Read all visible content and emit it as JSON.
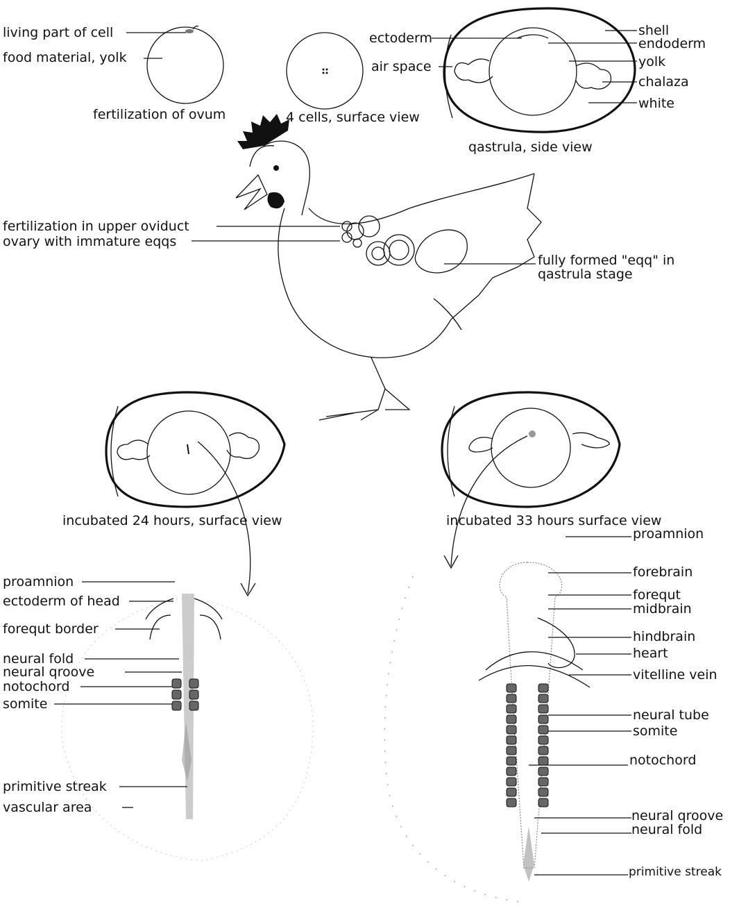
{
  "labels": {
    "living_part_of_cell": "living part of cell",
    "food_material_yolk": "food material, yolk",
    "ectoderm": "ectoderm",
    "air_space": "air space",
    "shell": "shell",
    "endoderm": "endoderm",
    "yolk": "yolk",
    "chalaza": "chalaza",
    "white": "white",
    "fertilization_in_upper_oviduct": "fertilization in upper oviduct",
    "ovary_with_immature_eggs": "ovary with immature eqqs",
    "fully_formed_egg_line1": "fully formed \"eqq\" in",
    "fully_formed_egg_line2": "qastrula stage",
    "proamnion_24": "proamnion",
    "ectoderm_of_head": "ectoderm of head",
    "foregut_border": "forequt border",
    "neural_fold_24": "neural fold",
    "neural_groove_24": "neural qroove",
    "notochord_24": "notochord",
    "somite_24": "somite",
    "primitive_streak_24": "primitive streak",
    "vascular_area": "vascular area",
    "proamnion_33": "proamnion",
    "forebrain": "forebrain",
    "foregut": "forequt",
    "midbrain": "midbrain",
    "hindbrain": "hindbrain",
    "heart": "heart",
    "vitelline_vein": "vitelline vein",
    "neural_tube": "neural tube",
    "somite_33": "somite",
    "notochord_33": "notochord",
    "neural_groove_33": "neural qroove",
    "neural_fold_33": "neural fold",
    "primitive_streak_33": "primitive streak"
  },
  "captions": {
    "fertilization_of_ovum": "fertilization of ovum",
    "four_cells": "4 cells, surface view",
    "gastrula_side_view": "qastrula, side view",
    "incubated_24": "incubated 24 hours, surface view",
    "incubated_33": "incubated 33 hours surface view"
  }
}
